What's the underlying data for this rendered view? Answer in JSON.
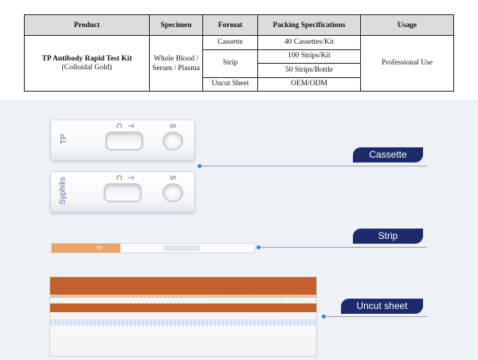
{
  "table": {
    "headers": [
      "Product",
      "Specimen",
      "Format",
      "Packing Specifications",
      "Usage"
    ],
    "product_name": "TP Antibody Rapid Test Kit",
    "product_sub": "(Colloidal Gold)",
    "specimen": "Whole Blood / Serum / Plasma",
    "formats": {
      "cassette": "Cassette",
      "strip": "Strip",
      "uncut": "Uncut Sheet"
    },
    "packing": [
      "40 Cassettes/Kit",
      "100 Strips/Kit",
      "50 Strips/Bottle",
      "OEM/ODM"
    ],
    "usage": "Professional Use"
  },
  "cassette1": {
    "label": "TP",
    "c_mark": "C",
    "t_mark": "T",
    "s_mark": "S"
  },
  "cassette2": {
    "label": "Syphilis",
    "c_mark": "C",
    "t_mark": "T",
    "s_mark": "S"
  },
  "strip_mark": "TP",
  "tags": {
    "cassette": "Cassette",
    "strip": "Strip",
    "uncut": "Uncut sheet"
  },
  "colors": {
    "tag_bg": "#1b2b6b",
    "connector_dot": "#3e86c6",
    "uncut_orange": "#c4602a",
    "strip_orange": "#f0a060"
  }
}
